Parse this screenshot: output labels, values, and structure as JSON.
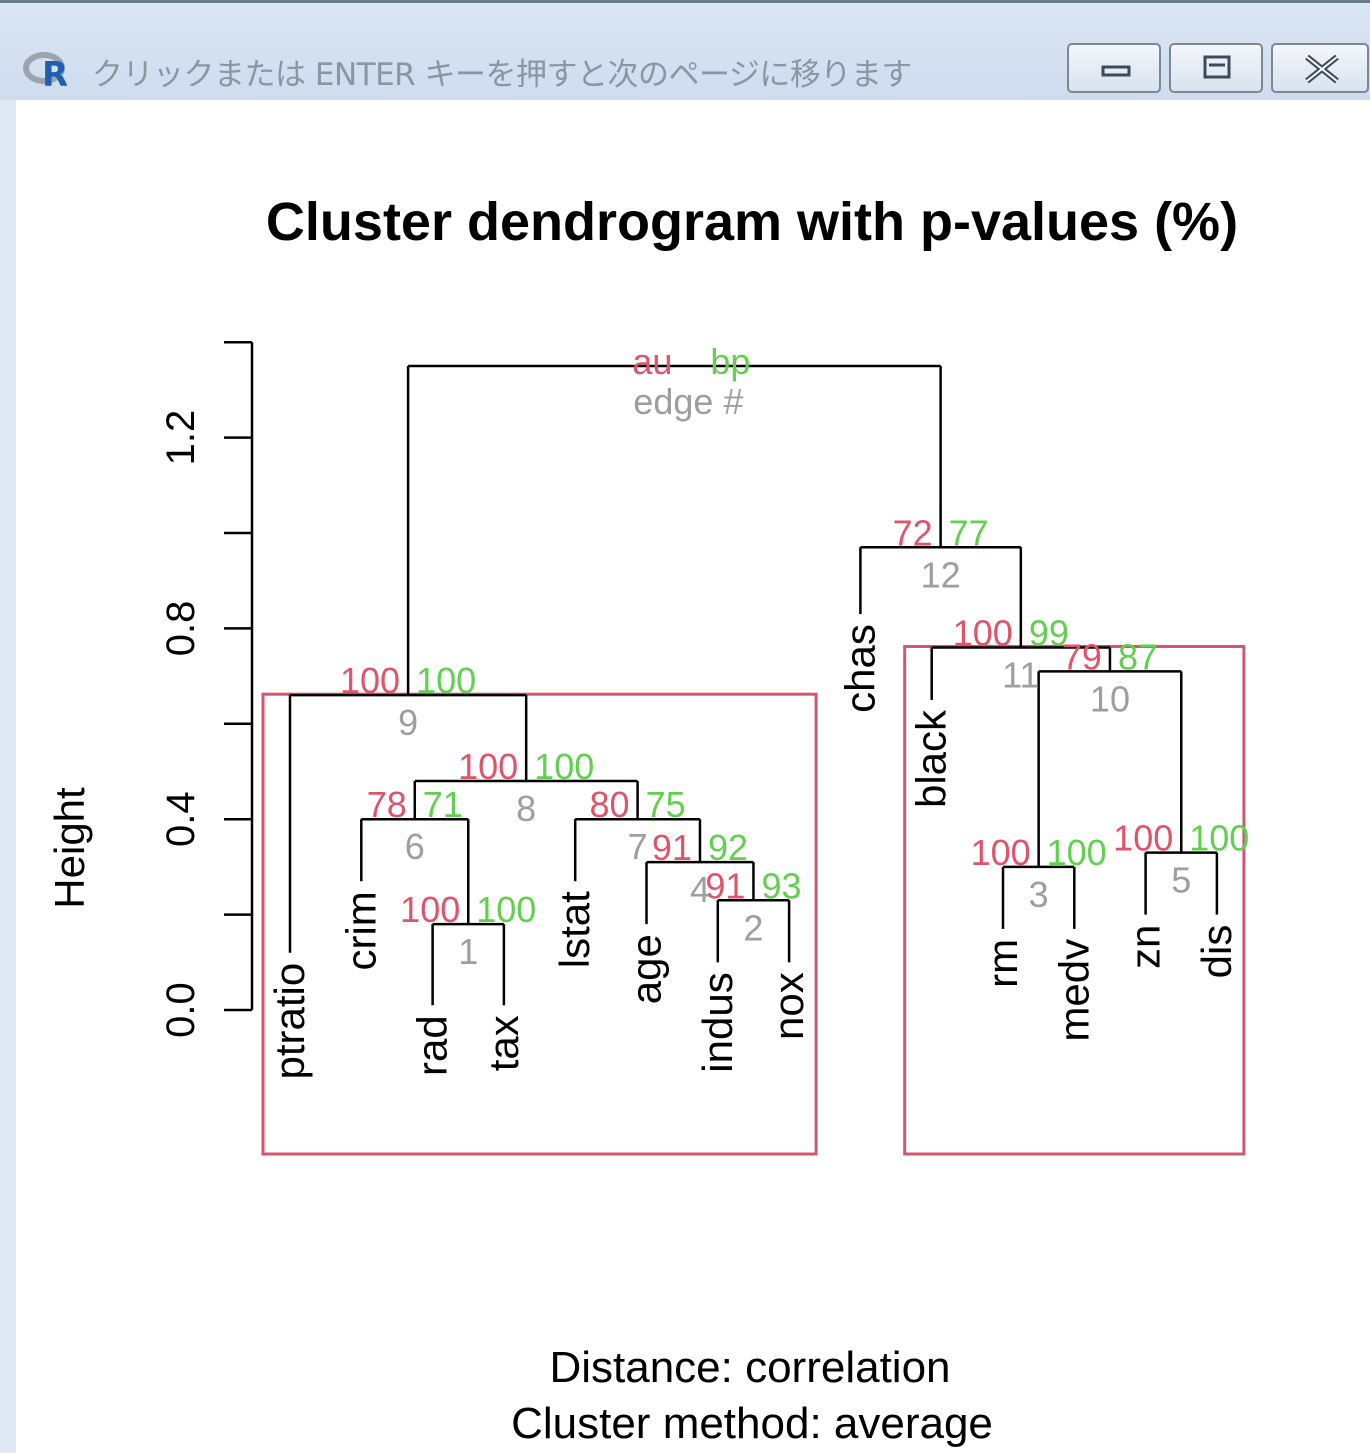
{
  "window": {
    "title": "クリックまたは ENTER キーを押すと次のページに移ります",
    "buttons": [
      "minimize",
      "maximize",
      "close"
    ],
    "icons": {
      "app": "r-logo-icon",
      "minimize": "minimize-icon",
      "maximize": "maximize-icon",
      "close": "close-icon"
    }
  },
  "chart_data": {
    "type": "dendrogram",
    "title": "Cluster dendrogram with p-values (%)",
    "ylabel": "Height",
    "subtitle_distance": "Distance:  correlation",
    "subtitle_method": "Cluster method: average",
    "yticks": [
      "0.0",
      "0.4",
      "0.8",
      "1.2"
    ],
    "ylim": [
      0,
      1.4
    ],
    "legend": {
      "au": "au",
      "bp": "bp",
      "edge": "edge #"
    },
    "colors": {
      "au": "#df536b",
      "bp": "#61d04f",
      "edge": "#9e9e9e",
      "box": "#d0576f",
      "line": "#000000"
    },
    "leaves": [
      "ptratio",
      "crim",
      "rad",
      "tax",
      "lstat",
      "age",
      "indus",
      "nox",
      "chas",
      "black",
      "rm",
      "medv",
      "zn",
      "dis"
    ],
    "merges": [
      {
        "edge": "1",
        "height": 0.18,
        "au": "100",
        "bp": "100",
        "members": [
          "rad",
          "tax"
        ]
      },
      {
        "edge": "2",
        "height": 0.23,
        "au": "91",
        "bp": "93",
        "members": [
          "indus",
          "nox"
        ]
      },
      {
        "edge": "3",
        "height": 0.3,
        "au": "100",
        "bp": "100",
        "members": [
          "rm",
          "medv"
        ]
      },
      {
        "edge": "4",
        "height": 0.31,
        "au": "91",
        "bp": "92",
        "members": [
          "age",
          "indus",
          "nox"
        ]
      },
      {
        "edge": "5",
        "height": 0.33,
        "au": "100",
        "bp": "100",
        "members": [
          "zn",
          "dis"
        ]
      },
      {
        "edge": "6",
        "height": 0.4,
        "au": "78",
        "bp": "71",
        "members": [
          "crim",
          "rad",
          "tax"
        ]
      },
      {
        "edge": "7",
        "height": 0.4,
        "au": "80",
        "bp": "75",
        "members": [
          "lstat",
          "age",
          "indus",
          "nox"
        ]
      },
      {
        "edge": "8",
        "height": 0.48,
        "au": "100",
        "bp": "100",
        "members": [
          "crim",
          "rad",
          "tax",
          "lstat",
          "age",
          "indus",
          "nox"
        ]
      },
      {
        "edge": "9",
        "height": 0.66,
        "au": "100",
        "bp": "100",
        "members": [
          "ptratio",
          "crim",
          "rad",
          "tax",
          "lstat",
          "age",
          "indus",
          "nox"
        ]
      },
      {
        "edge": "10",
        "height": 0.71,
        "au": "79",
        "bp": "87",
        "members": [
          "rm",
          "medv",
          "zn",
          "dis"
        ]
      },
      {
        "edge": "11",
        "height": 0.76,
        "au": "100",
        "bp": "99",
        "members": [
          "black",
          "rm",
          "medv",
          "zn",
          "dis"
        ]
      },
      {
        "edge": "12",
        "height": 0.97,
        "au": "72",
        "bp": "77",
        "members": [
          "chas",
          "black",
          "rm",
          "medv",
          "zn",
          "dis"
        ]
      },
      {
        "edge": "",
        "height": 1.35,
        "au": "",
        "bp": "",
        "members": [
          "all"
        ]
      }
    ],
    "highlight_boxes": [
      [
        "ptratio",
        "crim",
        "rad",
        "tax",
        "lstat",
        "age",
        "indus",
        "nox"
      ],
      [
        "black",
        "rm",
        "medv",
        "zn",
        "dis"
      ]
    ]
  }
}
